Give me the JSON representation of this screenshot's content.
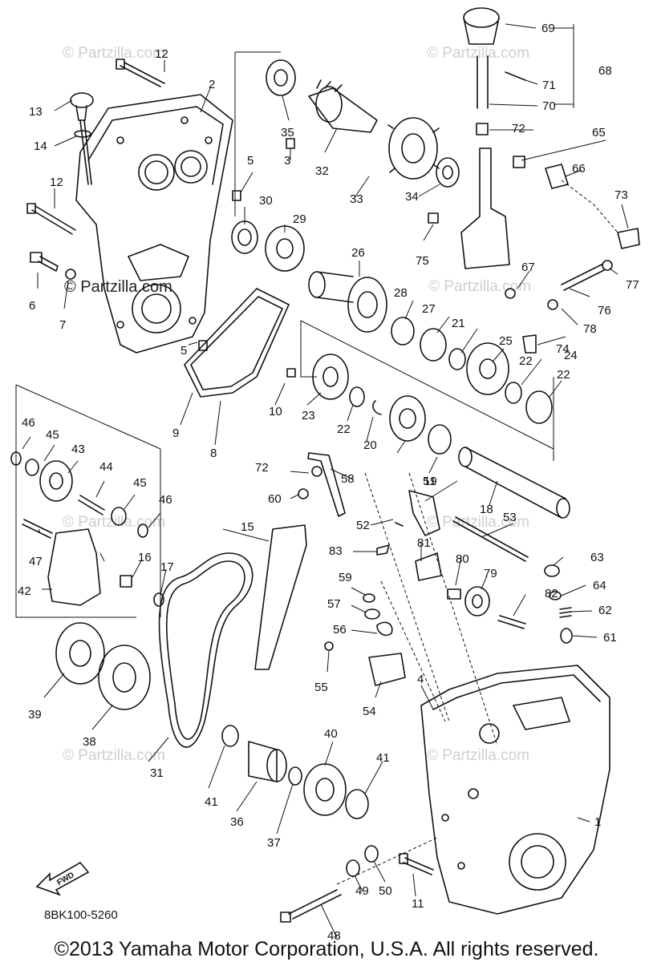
{
  "watermark": "© Partzilla.com",
  "diagram_code": "8BK100-5260",
  "fwd_label": "FWD",
  "copyright": "©2013 Yamaha Motor Corporation, U.S.A. All rights reserved.",
  "callouts": [
    "1",
    "2",
    "3",
    "4",
    "5",
    "5",
    "6",
    "7",
    "8",
    "9",
    "10",
    "11",
    "12",
    "12",
    "13",
    "14",
    "15",
    "16",
    "17",
    "18",
    "19",
    "20",
    "21",
    "22",
    "22",
    "22",
    "23",
    "24",
    "25",
    "26",
    "27",
    "28",
    "29",
    "30",
    "31",
    "32",
    "33",
    "34",
    "35",
    "36",
    "37",
    "38",
    "39",
    "40",
    "41",
    "41",
    "42",
    "43",
    "44",
    "45",
    "45",
    "46",
    "46",
    "47",
    "48",
    "49",
    "50",
    "51",
    "52",
    "53",
    "54",
    "55",
    "56",
    "57",
    "58",
    "59",
    "60",
    "61",
    "62",
    "63",
    "64",
    "65",
    "66",
    "67",
    "68",
    "69",
    "70",
    "71",
    "72",
    "72",
    "73",
    "74",
    "75",
    "76",
    "77",
    "78",
    "79",
    "80",
    "81",
    "82",
    "83"
  ]
}
